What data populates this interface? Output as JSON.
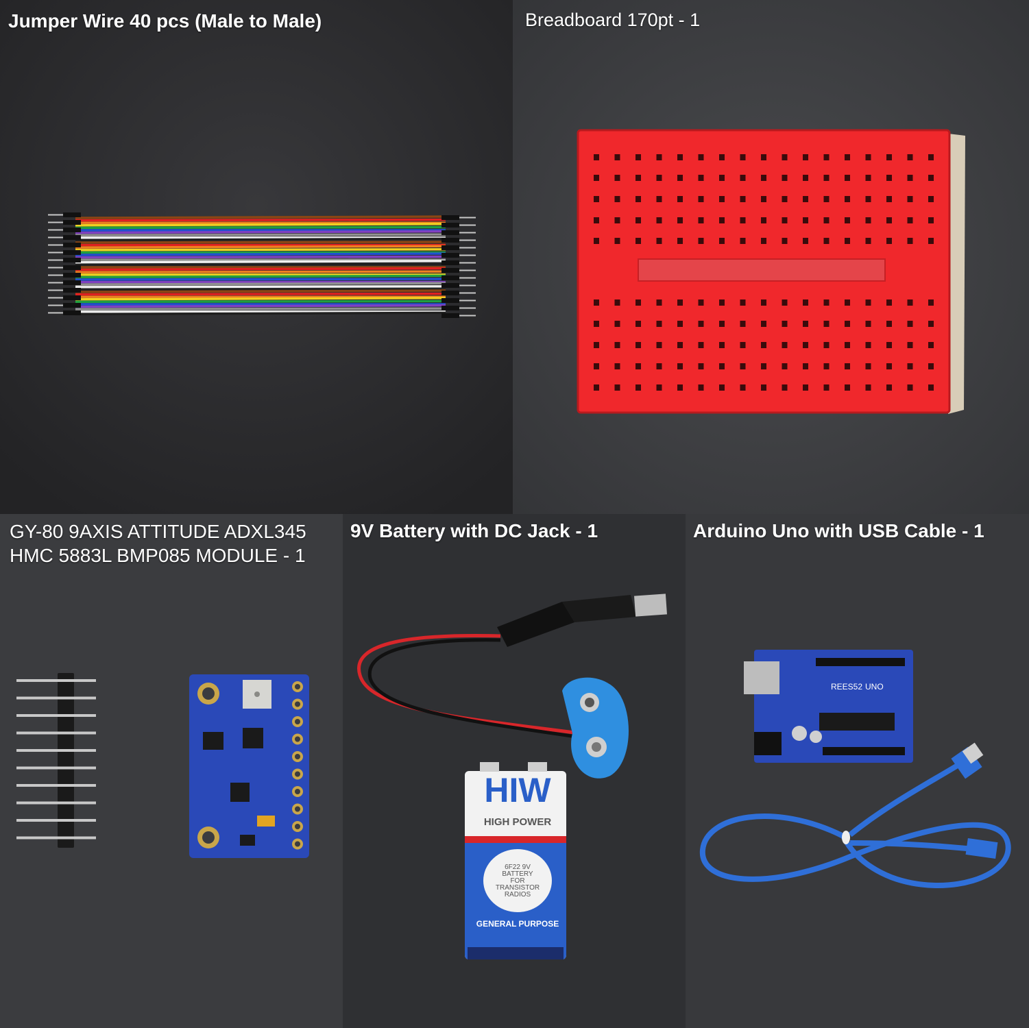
{
  "panels": {
    "jumper": {
      "title": "Jumper Wire 40 pcs (Male to Male)"
    },
    "breadboard": {
      "title": "Breadboard 170pt - 1"
    },
    "gy80": {
      "title": "GY-80 9AXIS ATTITUDE ADXL345\nHMC 5883L BMP085 MODULE - 1"
    },
    "battery": {
      "title": "9V Battery with DC Jack - 1",
      "brand": "HIW",
      "tagline": "HIGH POWER",
      "spec_lines": [
        "6F22 9V",
        "BATTERY",
        "FOR",
        "TRANSISTOR",
        "RADIOS"
      ],
      "purpose": "GENERAL PURPOSE"
    },
    "arduino": {
      "title": "Arduino Uno with USB Cable - 1",
      "board_label": "REES52",
      "board_model": "UNO"
    }
  },
  "colors": {
    "panel_dark": "#2b2b2e",
    "panel_medium": "#3c3d40",
    "breadboard_red": "#f0282c",
    "pcb_blue": "#2a49b8",
    "usb_blue": "#2f6fd8",
    "battery_red": "#d8262a",
    "battery_blue": "#2a5fc8"
  }
}
